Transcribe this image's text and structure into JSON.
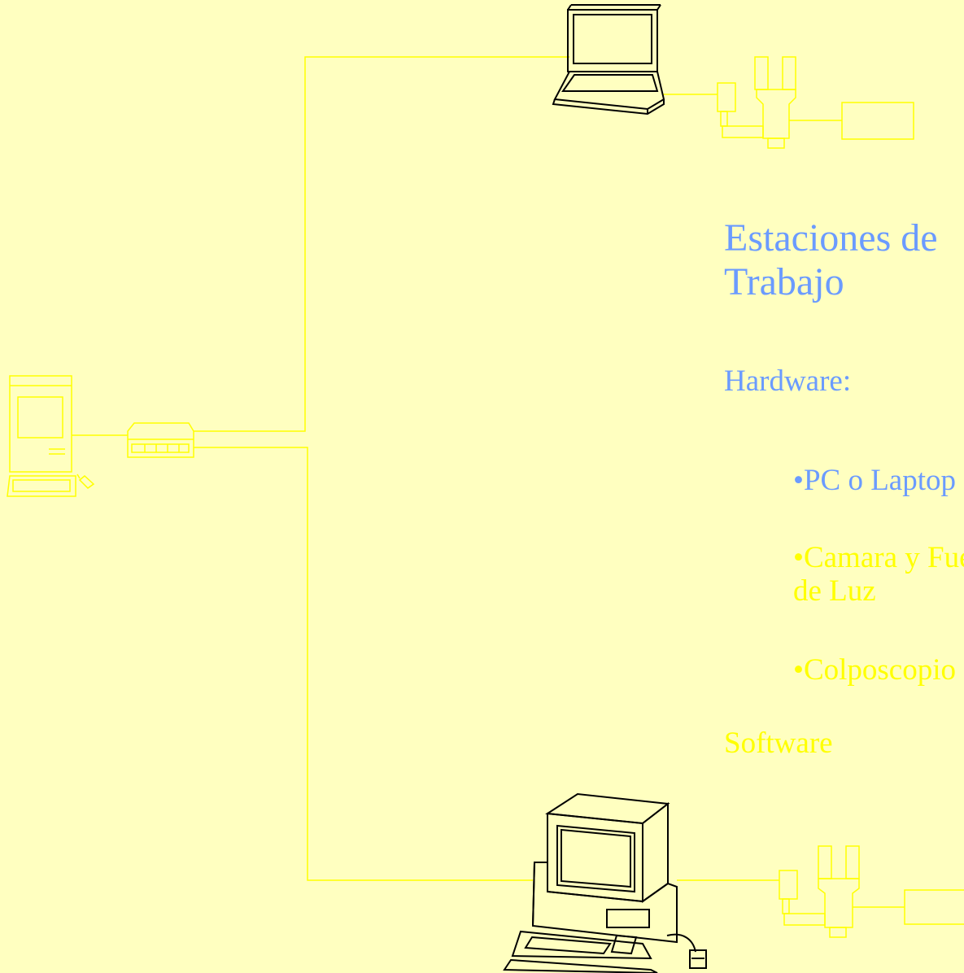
{
  "heading": {
    "line1": "Estaciones de",
    "line2": "Trabajo"
  },
  "hardware": {
    "label": "Hardware:",
    "items": [
      "•PC o Laptop",
      "•Camara y Fuente",
      "de Luz",
      "•Colposcopio"
    ]
  },
  "software": {
    "label": "Software"
  },
  "colors": {
    "background": "#ffffc0",
    "accent_text": "#6b9bff",
    "highlight_text": "#ffff00",
    "network_lines": "#ffff00",
    "device_outline": "#000000"
  },
  "icons": [
    "server-computer-icon",
    "network-hub-icon",
    "laptop-icon",
    "desktop-computer-icon",
    "camera-light-source-icon",
    "colposcope-icon",
    "mouse-icon"
  ]
}
